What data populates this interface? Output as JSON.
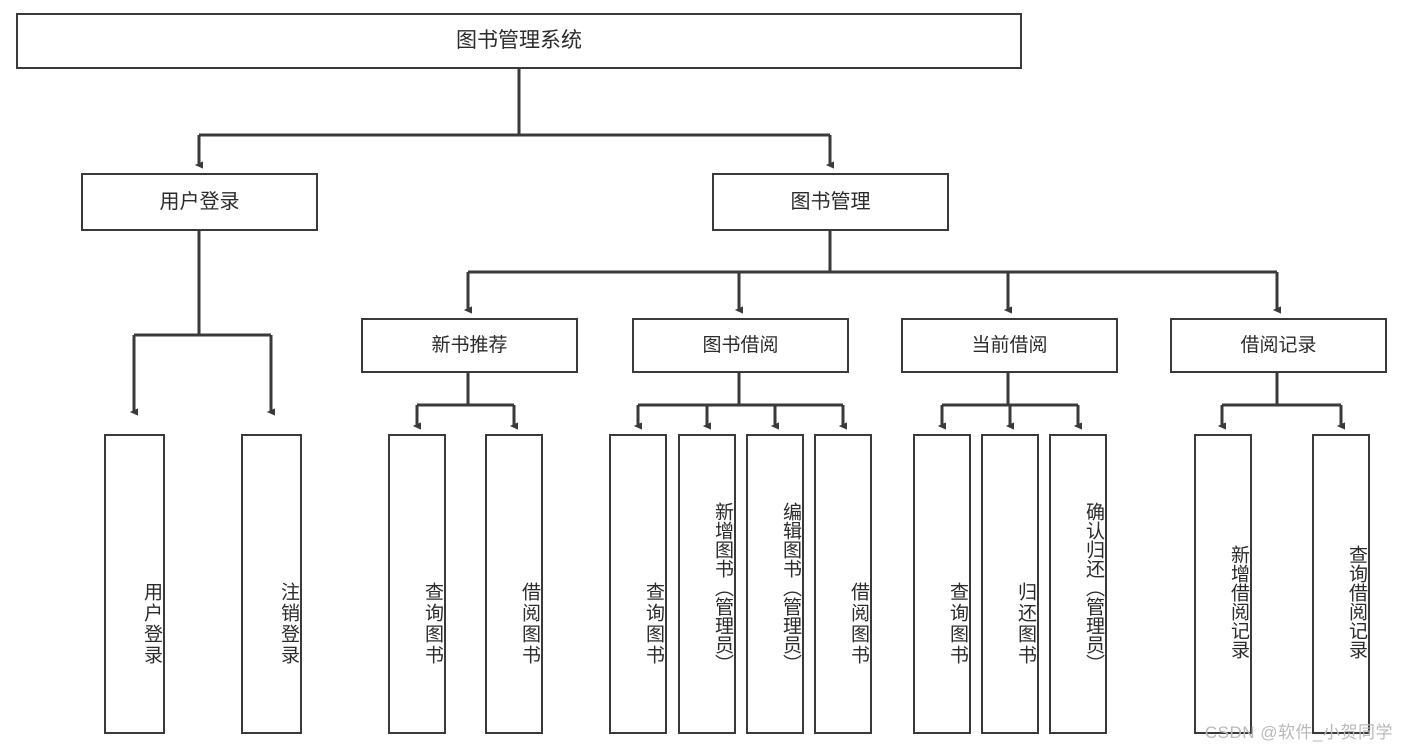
{
  "diagram": {
    "title": "图书管理系统",
    "stroke_color": "#3a3a3a",
    "text_color": "#2b2b2b",
    "background_color": "#ffffff",
    "root": {
      "id": "root",
      "label": "图书管理系统"
    },
    "level1": [
      {
        "id": "user-login",
        "label": "用户登录"
      },
      {
        "id": "book-manage",
        "label": "图书管理"
      }
    ],
    "level2": [
      {
        "id": "new-book-recommend",
        "label": "新书推荐",
        "parent": "book-manage"
      },
      {
        "id": "book-borrow",
        "label": "图书借阅",
        "parent": "book-manage"
      },
      {
        "id": "current-borrow",
        "label": "当前借阅",
        "parent": "book-manage"
      },
      {
        "id": "borrow-record",
        "label": "借阅记录",
        "parent": "book-manage"
      }
    ],
    "leaves": [
      {
        "id": "leaf-user-login",
        "label": "用户登录",
        "parent": "user-login"
      },
      {
        "id": "leaf-logout",
        "label": "注销登录",
        "parent": "user-login"
      },
      {
        "id": "leaf-query-book-1",
        "label": "查询图书",
        "parent": "new-book-recommend"
      },
      {
        "id": "leaf-borrow-book-1",
        "label": "借阅图书",
        "parent": "new-book-recommend"
      },
      {
        "id": "leaf-query-book-2",
        "label": "查询图书",
        "parent": "book-borrow"
      },
      {
        "id": "leaf-add-book",
        "label": "新增图书（管理员）",
        "parent": "book-borrow"
      },
      {
        "id": "leaf-edit-book",
        "label": "编辑图书（管理员）",
        "parent": "book-borrow"
      },
      {
        "id": "leaf-borrow-book-2",
        "label": "借阅图书",
        "parent": "book-borrow"
      },
      {
        "id": "leaf-query-book-3",
        "label": "查询图书",
        "parent": "current-borrow"
      },
      {
        "id": "leaf-return-book",
        "label": "归还图书",
        "parent": "current-borrow"
      },
      {
        "id": "leaf-confirm-return",
        "label": "确认归还（管理员）",
        "parent": "current-borrow"
      },
      {
        "id": "leaf-add-record",
        "label": "新增借阅记录",
        "parent": "borrow-record"
      },
      {
        "id": "leaf-query-record",
        "label": "查询借阅记录",
        "parent": "borrow-record"
      }
    ]
  },
  "watermark": {
    "text": "CSDN @软件_小贺同学"
  }
}
